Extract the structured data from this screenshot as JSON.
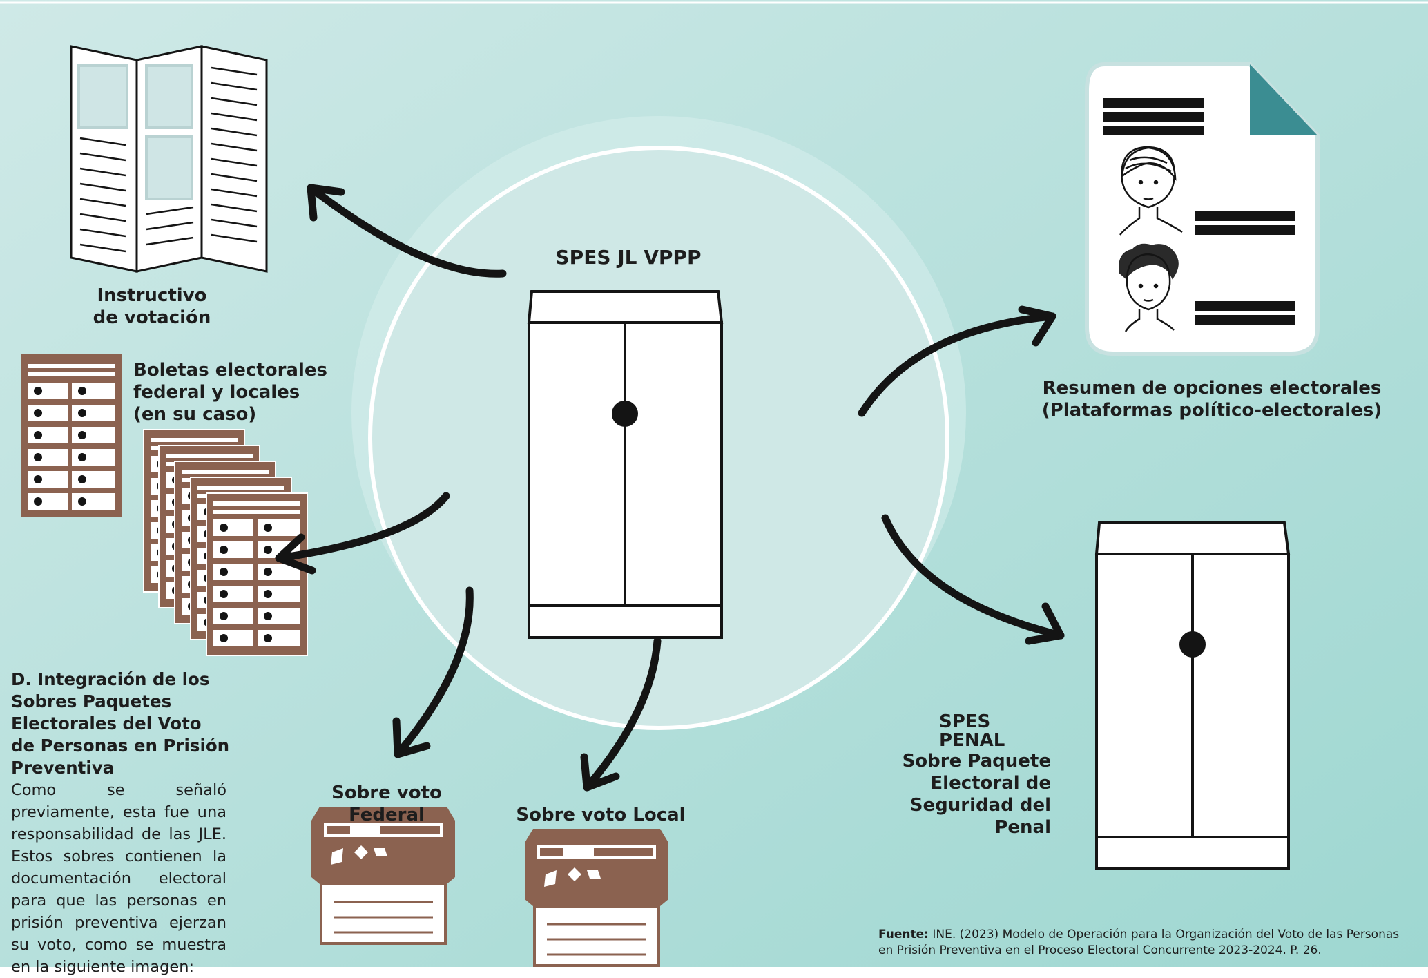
{
  "colors": {
    "background_top": "#cfe9e7",
    "background_bottom": "#9ed7d1",
    "circle_fill": "#cfe8e6",
    "ballot_brown": "#8b6250",
    "doc_corner": "#3b8d92",
    "ink": "#141414"
  },
  "center": {
    "label": "SPES JL VPPP"
  },
  "instructivo": {
    "line1": "Instructivo",
    "line2": "de votación"
  },
  "boletas": {
    "line1": "Boletas electorales",
    "line2": "federal y locales",
    "line3": "(en su caso)"
  },
  "resumen": {
    "line1": "Resumen de opciones electorales",
    "line2": "(Plataformas político-electorales)"
  },
  "sobre_federal": {
    "label": "Sobre voto Federal"
  },
  "sobre_local": {
    "label": "Sobre voto Local"
  },
  "spes_penal": {
    "line1": "SPES PENAL",
    "line2": "Sobre Paquete",
    "line3": "Electoral de",
    "line4": "Seguridad del",
    "line5": "Penal"
  },
  "section": {
    "heading_lines": [
      "D. Integración de los",
      "Sobres Paquetes",
      "Electorales del Voto",
      "de Personas en Prisión",
      "Preventiva"
    ],
    "paragraph": "Como se señaló previamente, esta fue una responsabilidad de las JLE. Estos sobres contienen la documentación electoral para que las personas en prisión preventiva ejerzan su voto, como se muestra en la siguiente imagen:"
  },
  "source": {
    "label": "Fuente:",
    "text": "INE. (2023) Modelo de Operación para la Organización del Voto de las Personas en Prisión Preventiva en el Proceso Electoral Concurrente 2023-2024. P. 26."
  },
  "icons": [
    "triptych-brochure-icon",
    "ballot-sheet-icon",
    "ballot-stack-icon",
    "envelope-icon",
    "candidate-document-icon",
    "package-envelope-icon",
    "arrow-icon"
  ]
}
